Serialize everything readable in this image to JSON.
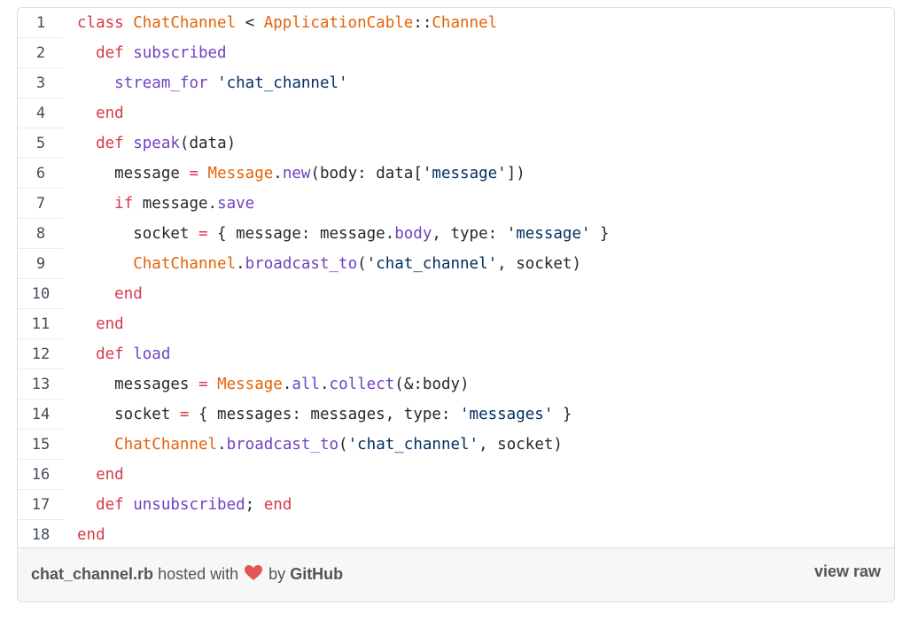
{
  "code": {
    "lines": [
      {
        "n": "1",
        "t": [
          {
            "k": "kw",
            "v": "class "
          },
          {
            "k": "cls",
            "v": "ChatChannel"
          },
          {
            "k": "",
            "v": " < "
          },
          {
            "k": "cls",
            "v": "ApplicationCable"
          },
          {
            "k": "",
            "v": "::"
          },
          {
            "k": "cls",
            "v": "Channel"
          }
        ]
      },
      {
        "n": "2",
        "t": [
          {
            "k": "",
            "v": "  "
          },
          {
            "k": "kw",
            "v": "def "
          },
          {
            "k": "fn",
            "v": "subscribed"
          }
        ]
      },
      {
        "n": "3",
        "t": [
          {
            "k": "",
            "v": "    "
          },
          {
            "k": "fn",
            "v": "stream_for"
          },
          {
            "k": "",
            "v": " "
          },
          {
            "k": "str",
            "v": "'chat_channel'"
          }
        ]
      },
      {
        "n": "4",
        "t": [
          {
            "k": "",
            "v": "  "
          },
          {
            "k": "kw",
            "v": "end"
          }
        ]
      },
      {
        "n": "5",
        "t": [
          {
            "k": "",
            "v": "  "
          },
          {
            "k": "kw",
            "v": "def "
          },
          {
            "k": "fn",
            "v": "speak"
          },
          {
            "k": "",
            "v": "(data)"
          }
        ]
      },
      {
        "n": "6",
        "t": [
          {
            "k": "",
            "v": "    message "
          },
          {
            "k": "op",
            "v": "="
          },
          {
            "k": "",
            "v": " "
          },
          {
            "k": "cls",
            "v": "Message"
          },
          {
            "k": "",
            "v": "."
          },
          {
            "k": "fn",
            "v": "new"
          },
          {
            "k": "",
            "v": "(body: data["
          },
          {
            "k": "str",
            "v": "'message'"
          },
          {
            "k": "",
            "v": "])"
          }
        ]
      },
      {
        "n": "7",
        "t": [
          {
            "k": "",
            "v": "    "
          },
          {
            "k": "kw",
            "v": "if"
          },
          {
            "k": "",
            "v": " message."
          },
          {
            "k": "fn",
            "v": "save"
          }
        ]
      },
      {
        "n": "8",
        "t": [
          {
            "k": "",
            "v": "      socket "
          },
          {
            "k": "op",
            "v": "="
          },
          {
            "k": "",
            "v": " { message: message."
          },
          {
            "k": "fn",
            "v": "body"
          },
          {
            "k": "",
            "v": ", type: "
          },
          {
            "k": "str",
            "v": "'message'"
          },
          {
            "k": "",
            "v": " }"
          }
        ]
      },
      {
        "n": "9",
        "t": [
          {
            "k": "",
            "v": "      "
          },
          {
            "k": "cls",
            "v": "ChatChannel"
          },
          {
            "k": "",
            "v": "."
          },
          {
            "k": "fn",
            "v": "broadcast_to"
          },
          {
            "k": "",
            "v": "("
          },
          {
            "k": "str",
            "v": "'chat_channel'"
          },
          {
            "k": "",
            "v": ", socket)"
          }
        ]
      },
      {
        "n": "10",
        "t": [
          {
            "k": "",
            "v": "    "
          },
          {
            "k": "kw",
            "v": "end"
          }
        ]
      },
      {
        "n": "11",
        "t": [
          {
            "k": "",
            "v": "  "
          },
          {
            "k": "kw",
            "v": "end"
          }
        ]
      },
      {
        "n": "12",
        "t": [
          {
            "k": "",
            "v": "  "
          },
          {
            "k": "kw",
            "v": "def "
          },
          {
            "k": "fn",
            "v": "load"
          }
        ]
      },
      {
        "n": "13",
        "t": [
          {
            "k": "",
            "v": "    messages "
          },
          {
            "k": "op",
            "v": "="
          },
          {
            "k": "",
            "v": " "
          },
          {
            "k": "cls",
            "v": "Message"
          },
          {
            "k": "",
            "v": "."
          },
          {
            "k": "fn",
            "v": "all"
          },
          {
            "k": "",
            "v": "."
          },
          {
            "k": "fn",
            "v": "collect"
          },
          {
            "k": "",
            "v": "(&:body)"
          }
        ]
      },
      {
        "n": "14",
        "t": [
          {
            "k": "",
            "v": "    socket "
          },
          {
            "k": "op",
            "v": "="
          },
          {
            "k": "",
            "v": " { messages: messages, type: "
          },
          {
            "k": "str",
            "v": "'messages'"
          },
          {
            "k": "",
            "v": " }"
          }
        ]
      },
      {
        "n": "15",
        "t": [
          {
            "k": "",
            "v": "    "
          },
          {
            "k": "cls",
            "v": "ChatChannel"
          },
          {
            "k": "",
            "v": "."
          },
          {
            "k": "fn",
            "v": "broadcast_to"
          },
          {
            "k": "",
            "v": "("
          },
          {
            "k": "str",
            "v": "'chat_channel'"
          },
          {
            "k": "",
            "v": ", socket)"
          }
        ]
      },
      {
        "n": "16",
        "t": [
          {
            "k": "",
            "v": "  "
          },
          {
            "k": "kw",
            "v": "end"
          }
        ]
      },
      {
        "n": "17",
        "t": [
          {
            "k": "",
            "v": "  "
          },
          {
            "k": "kw",
            "v": "def "
          },
          {
            "k": "fn",
            "v": "unsubscribed"
          },
          {
            "k": "",
            "v": "; "
          },
          {
            "k": "kw",
            "v": "end"
          }
        ]
      },
      {
        "n": "18",
        "t": [
          {
            "k": "kw",
            "v": "end"
          }
        ]
      }
    ]
  },
  "footer": {
    "filename": "chat_channel.rb",
    "hosted_with": "hosted with",
    "heart_icon": "heart-icon",
    "by": "by",
    "github": "GitHub",
    "view_raw": "view raw"
  },
  "colors": {
    "keyword": "#d73a49",
    "constant": "#e36209",
    "method": "#6f42c1",
    "string": "#032f62",
    "heart": "#e25555"
  }
}
